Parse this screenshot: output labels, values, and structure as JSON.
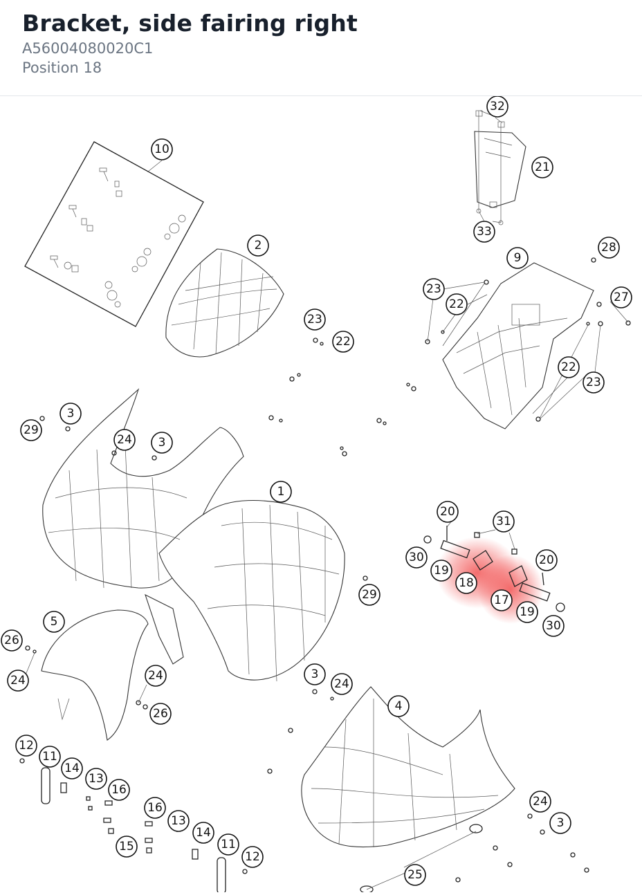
{
  "header": {
    "title": "Bracket, side fairing right",
    "part_number": "A56004080020C1",
    "position": "Position 18"
  },
  "colors": {
    "title": "#18202c",
    "subtitle": "#6b7582",
    "highlight": "#f03c3c"
  },
  "callouts": [
    {
      "id": "c32",
      "label": "32"
    },
    {
      "id": "c21",
      "label": "21"
    },
    {
      "id": "c33",
      "label": "33"
    },
    {
      "id": "c10",
      "label": "10"
    },
    {
      "id": "c2",
      "label": "2"
    },
    {
      "id": "c28",
      "label": "28"
    },
    {
      "id": "c9",
      "label": "9"
    },
    {
      "id": "c23a",
      "label": "23"
    },
    {
      "id": "c27",
      "label": "27"
    },
    {
      "id": "c22a",
      "label": "22"
    },
    {
      "id": "c23b",
      "label": "23"
    },
    {
      "id": "c22b",
      "label": "22"
    },
    {
      "id": "c22c",
      "label": "22"
    },
    {
      "id": "c23c",
      "label": "23"
    },
    {
      "id": "c3a",
      "label": "3"
    },
    {
      "id": "c29a",
      "label": "29"
    },
    {
      "id": "c24a",
      "label": "24"
    },
    {
      "id": "c3b",
      "label": "3"
    },
    {
      "id": "c1",
      "label": "1"
    },
    {
      "id": "c20a",
      "label": "20"
    },
    {
      "id": "c31",
      "label": "31"
    },
    {
      "id": "c30a",
      "label": "30"
    },
    {
      "id": "c20b",
      "label": "20"
    },
    {
      "id": "c19a",
      "label": "19"
    },
    {
      "id": "c18",
      "label": "18"
    },
    {
      "id": "c17",
      "label": "17"
    },
    {
      "id": "c19b",
      "label": "19"
    },
    {
      "id": "c29b",
      "label": "29"
    },
    {
      "id": "c30b",
      "label": "30"
    },
    {
      "id": "c5",
      "label": "5"
    },
    {
      "id": "c26a",
      "label": "26"
    },
    {
      "id": "c24b",
      "label": "24"
    },
    {
      "id": "c24c",
      "label": "24"
    },
    {
      "id": "c26b",
      "label": "26"
    },
    {
      "id": "c3c",
      "label": "3"
    },
    {
      "id": "c24d",
      "label": "24"
    },
    {
      "id": "c4",
      "label": "4"
    },
    {
      "id": "c12a",
      "label": "12"
    },
    {
      "id": "c11a",
      "label": "11"
    },
    {
      "id": "c14a",
      "label": "14"
    },
    {
      "id": "c13a",
      "label": "13"
    },
    {
      "id": "c16a",
      "label": "16"
    },
    {
      "id": "c16b",
      "label": "16"
    },
    {
      "id": "c13b",
      "label": "13"
    },
    {
      "id": "c14b",
      "label": "14"
    },
    {
      "id": "c15",
      "label": "15"
    },
    {
      "id": "c11b",
      "label": "11"
    },
    {
      "id": "c12b",
      "label": "12"
    },
    {
      "id": "c24e",
      "label": "24"
    },
    {
      "id": "c3d",
      "label": "3"
    },
    {
      "id": "c25",
      "label": "25"
    }
  ],
  "highlighted_positions": [
    "18",
    "17"
  ]
}
